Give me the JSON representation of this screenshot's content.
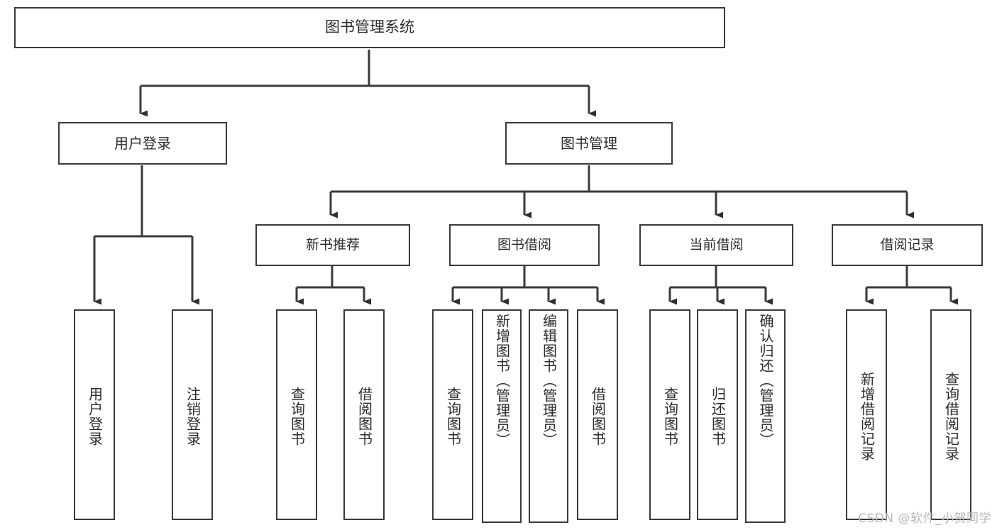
{
  "diagram": {
    "type": "tree-hierarchy-chart",
    "title": "图书管理系统",
    "line_color": "#3a3a3a",
    "box_border_color": "#3a3a3a",
    "box_fill_color": "#ffffff",
    "text_color": "#2b2b2b",
    "background_color": "#ffffff"
  },
  "root": {
    "label": "图书管理系统"
  },
  "level1": [
    {
      "label": "用户登录"
    },
    {
      "label": "图书管理"
    }
  ],
  "level2": [
    {
      "label": "新书推荐"
    },
    {
      "label": "图书借阅"
    },
    {
      "label": "当前借阅"
    },
    {
      "label": "借阅记录"
    }
  ],
  "leaves": {
    "user_login": [
      {
        "label": "用户登录"
      },
      {
        "label": "注销登录"
      }
    ],
    "new_book_recommend": [
      {
        "label": "查询图书"
      },
      {
        "label": "借阅图书"
      }
    ],
    "book_borrow": [
      {
        "label": "查询图书"
      },
      {
        "label": "新增图书（管理员）"
      },
      {
        "label": "编辑图书（管理员）"
      },
      {
        "label": "借阅图书"
      }
    ],
    "current_borrow": [
      {
        "label": "查询图书"
      },
      {
        "label": "归还图书"
      },
      {
        "label": "确认归还（管理员）"
      }
    ],
    "borrow_record": [
      {
        "label": "新增借阅记录"
      },
      {
        "label": "查询借阅记录"
      }
    ]
  },
  "watermark": {
    "text": "CSDN @软件_小贺同学"
  }
}
